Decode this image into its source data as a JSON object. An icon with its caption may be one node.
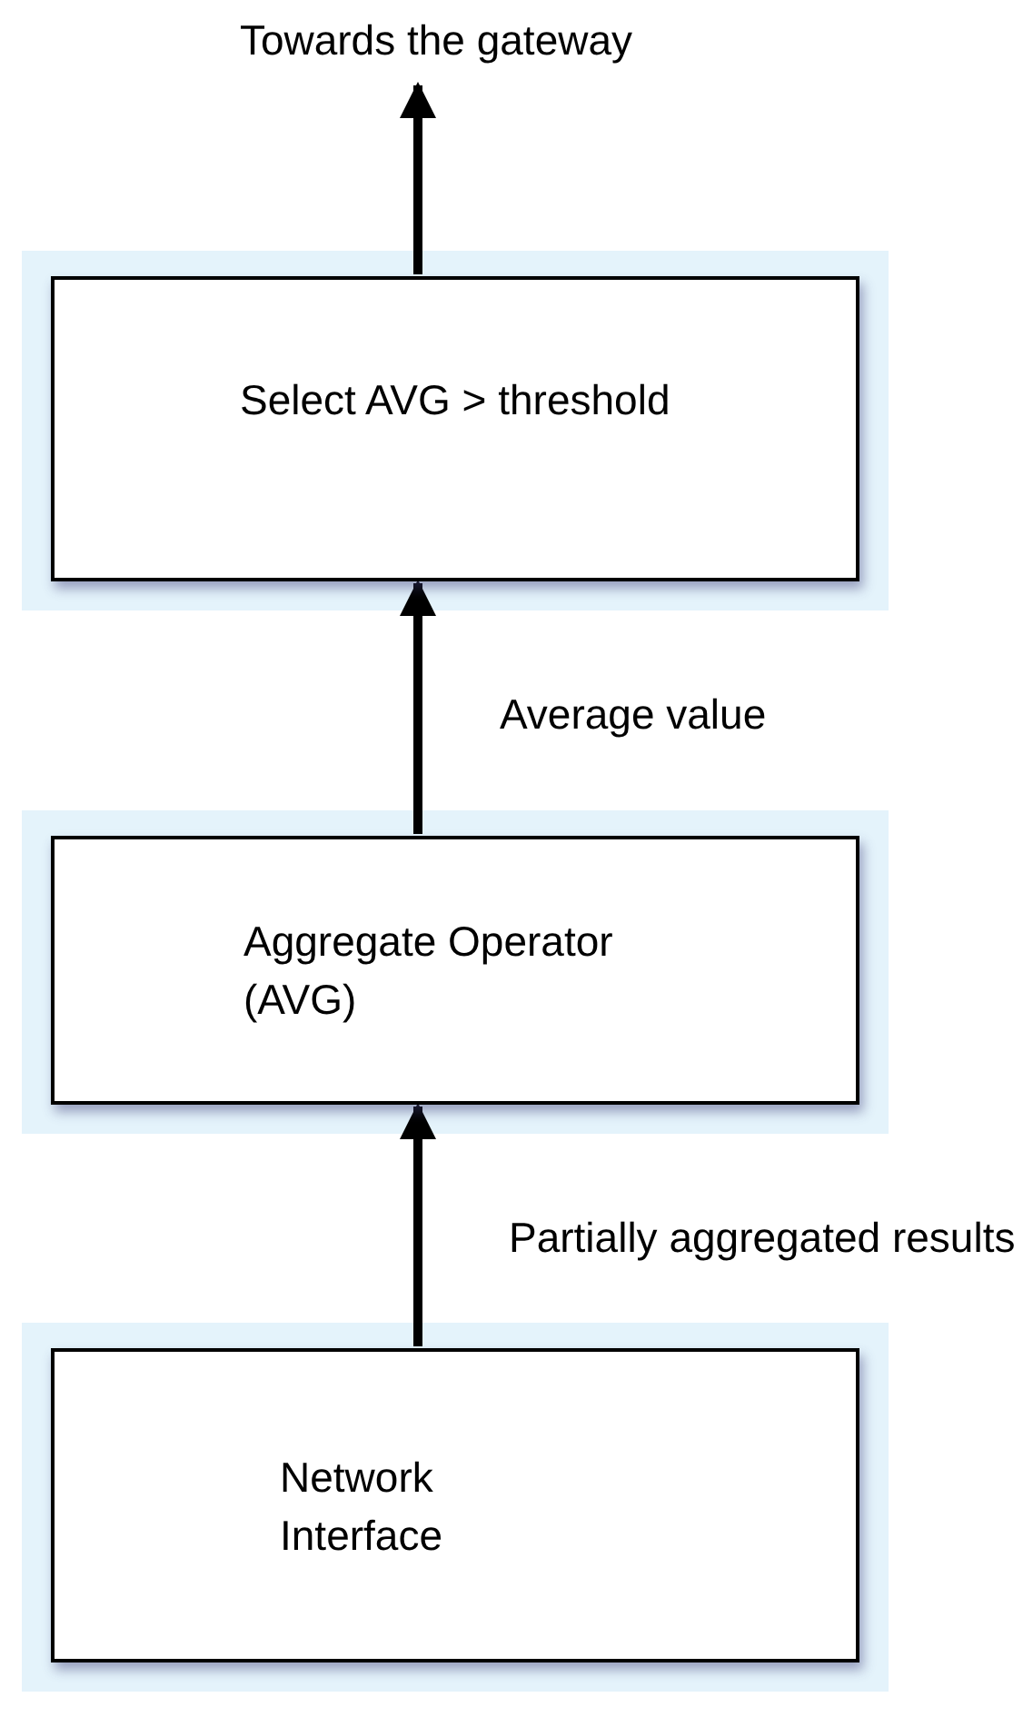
{
  "diagram": {
    "nodes": [
      {
        "text": [
          "Towards the gateway"
        ]
      },
      {
        "text": [
          "Select AVG > threshold"
        ]
      },
      {
        "text": [
          "Aggregate Operator (AVG)"
        ]
      },
      {
        "text": [
          "Network Interface"
        ]
      }
    ],
    "edges": [
      {
        "from": 3,
        "to": 2,
        "arrow": "to",
        "label": "Partially aggregated results"
      },
      {
        "from": 2,
        "to": 1,
        "arrow": "to",
        "label": "Average value"
      },
      {
        "from": 1,
        "to": 0,
        "arrow": "to"
      }
    ]
  }
}
